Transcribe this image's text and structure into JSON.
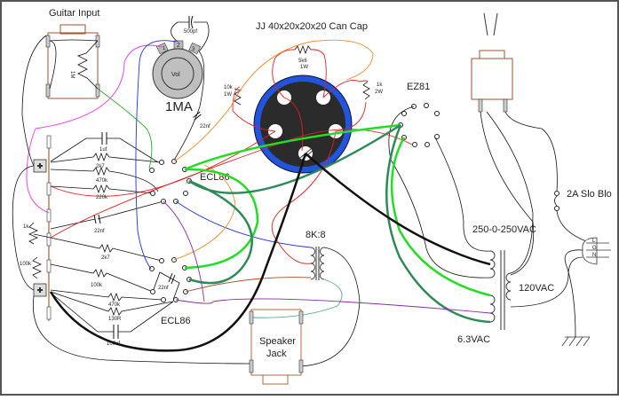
{
  "diagram": {
    "title_labels": {
      "guitar_input": "Guitar Input",
      "can_cap": "JJ 40x20x20x20 Can Cap",
      "rectifier": "EZ81",
      "tube_v1": "ECL86",
      "tube_v2": "ECL86",
      "volume_pot_value": "1MA",
      "volume_pot_label": "Vol",
      "output_transformer": "8K:8",
      "power_transformer_secondary_hv": "250-0-250VAC",
      "power_transformer_primary": "120VAC",
      "power_transformer_heater": "6.3VAC",
      "fuse": "2A Slo Blo",
      "speaker_jack": "Speaker Jack",
      "speaker_jack_line1": "Speaker",
      "speaker_jack_line2": "Jack"
    },
    "components": {
      "input_resistor": "1M",
      "pot_cap": "500pf",
      "pot_pins": [
        "1",
        "2",
        "3"
      ],
      "coupling_cap_top": "22nf",
      "cap_1uf": "1uf",
      "res_2k7_a": "2k7",
      "res_470k_a": "470k",
      "res_220k": "220k",
      "cap_22nf_mid": "22nf",
      "res_1k": "1k",
      "res_2k7_b": "2k7",
      "res_100k_left": "100k",
      "res_100k": "100k",
      "cap_22nf_bot": "22nf",
      "res_470k_b": "470k",
      "res_130R": "130R",
      "cap_100uf": "100uf",
      "res_5k6": "5k6",
      "res_5k6_w": "1W",
      "res_10k": "10k",
      "res_10k_w": "1W",
      "res_1k_psu": "1k",
      "res_1k_psu_w": "2W"
    },
    "iec_inlet_pins": [
      "L",
      "G",
      "N"
    ],
    "wire_colors": {
      "black": "#111111",
      "red": "#e02020",
      "orange": "#f08a2a",
      "blue": "#2233dd",
      "magenta": "#ee44ee",
      "green_light": "#22dd22",
      "green_dark": "#2e8b57",
      "purple": "#8a2aa8",
      "brown": "#a0522d",
      "mint": "#55aa77",
      "can_blue": "#2255dd",
      "can_body": "#2b2b2b",
      "pot_gray": "#bfbfbf",
      "jack_outline": "#b5673a"
    }
  }
}
